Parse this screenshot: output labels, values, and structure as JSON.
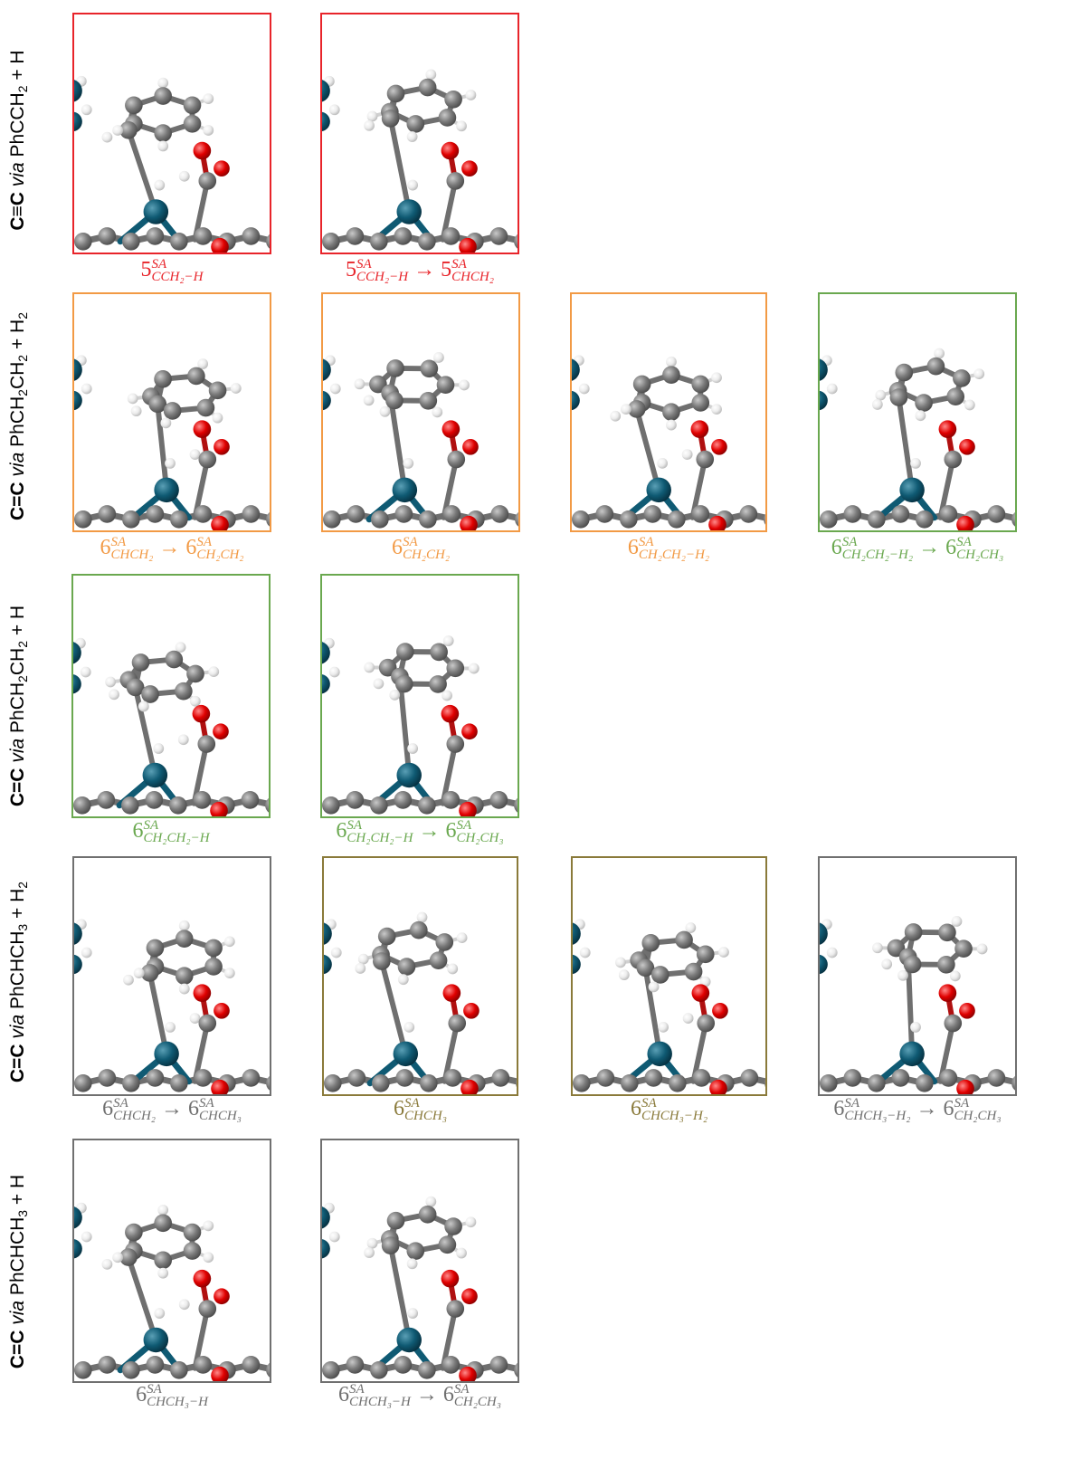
{
  "colors": {
    "red": "#e8242a",
    "orange": "#f29a45",
    "green": "#6aa84f",
    "olive": "#8a7a3a",
    "gray": "#707070",
    "metal": "#0f5a73",
    "carbon": "#808080",
    "hydrogen": "#f4f4f4",
    "oxygen": "#e00000"
  },
  "rows": [
    {
      "label_bold": "C≡C",
      "label_via": "via",
      "label_species": "PhCCH",
      "label_sub": "2",
      "label_tail": " + H"
    },
    {
      "label_bold": "C=C",
      "label_via": "via",
      "label_species": "PhCH",
      "label_sub": "2",
      "label_mid": "CH",
      "label_sub2": "2",
      "label_tail": " + H",
      "label_tail_sub": "2"
    },
    {
      "label_bold": "C=C",
      "label_via": "via",
      "label_species": "PhCH",
      "label_sub": "2",
      "label_mid": "CH",
      "label_sub2": "2",
      "label_tail": " + H"
    },
    {
      "label_bold": "C=C",
      "label_via": "via",
      "label_species": "PhCHCH",
      "label_sub": "3",
      "label_tail": " + H",
      "label_tail_sub": "2"
    },
    {
      "label_bold": "C=C",
      "label_via": "via",
      "label_species": "PhCHCH",
      "label_sub": "3",
      "label_tail": " + H"
    }
  ],
  "captions": {
    "r1c1": {
      "num": "5",
      "sup": "SA",
      "sub": "CCH₂−H"
    },
    "r1c2": {
      "num": "5",
      "sup": "SA",
      "sub": "CCH₂−H",
      "arrow": "→",
      "num2": "5",
      "sup2": "SA",
      "sub2": "CHCH₂"
    },
    "r2c1": {
      "num": "6",
      "sup": "SA",
      "sub": "CHCH₂",
      "arrow": "→",
      "num2": "6",
      "sup2": "SA",
      "sub2": "CH₂CH₂"
    },
    "r2c2": {
      "num": "6",
      "sup": "SA",
      "sub": "CH₂CH₂"
    },
    "r2c3": {
      "num": "6",
      "sup": "SA",
      "sub": "CH₂CH₂−H₂"
    },
    "r2c4": {
      "num": "6",
      "sup": "SA",
      "sub": "CH₂CH₂−H₂",
      "arrow": "→",
      "num2": "6",
      "sup2": "SA",
      "sub2": "CH₂CH₃"
    },
    "r3c1": {
      "num": "6",
      "sup": "SA",
      "sub": "CH₂CH₂−H"
    },
    "r3c2": {
      "num": "6",
      "sup": "SA",
      "sub": "CH₂CH₂−H",
      "arrow": "→",
      "num2": "6",
      "sup2": "SA",
      "sub2": "CH₂CH₃"
    },
    "r4c1": {
      "num": "6",
      "sup": "SA",
      "sub": "CHCH₂",
      "arrow": "→",
      "num2": "6",
      "sup2": "SA",
      "sub2": "CHCH₃"
    },
    "r4c2": {
      "num": "6",
      "sup": "SA",
      "sub": "CHCH₃"
    },
    "r4c3": {
      "num": "6",
      "sup": "SA",
      "sub": "CHCH₃−H₂"
    },
    "r4c4": {
      "num": "6",
      "sup": "SA",
      "sub": "CHCH₃−H₂",
      "arrow": "→",
      "num2": "6",
      "sup2": "SA",
      "sub2": "CH₂CH₃"
    },
    "r5c1": {
      "num": "6",
      "sup": "SA",
      "sub": "CHCH₃−H"
    },
    "r5c2": {
      "num": "6",
      "sup": "SA",
      "sub": "CHCH₃−H",
      "arrow": "→",
      "num2": "6",
      "sup2": "SA",
      "sub2": "CH₂CH₃"
    }
  }
}
